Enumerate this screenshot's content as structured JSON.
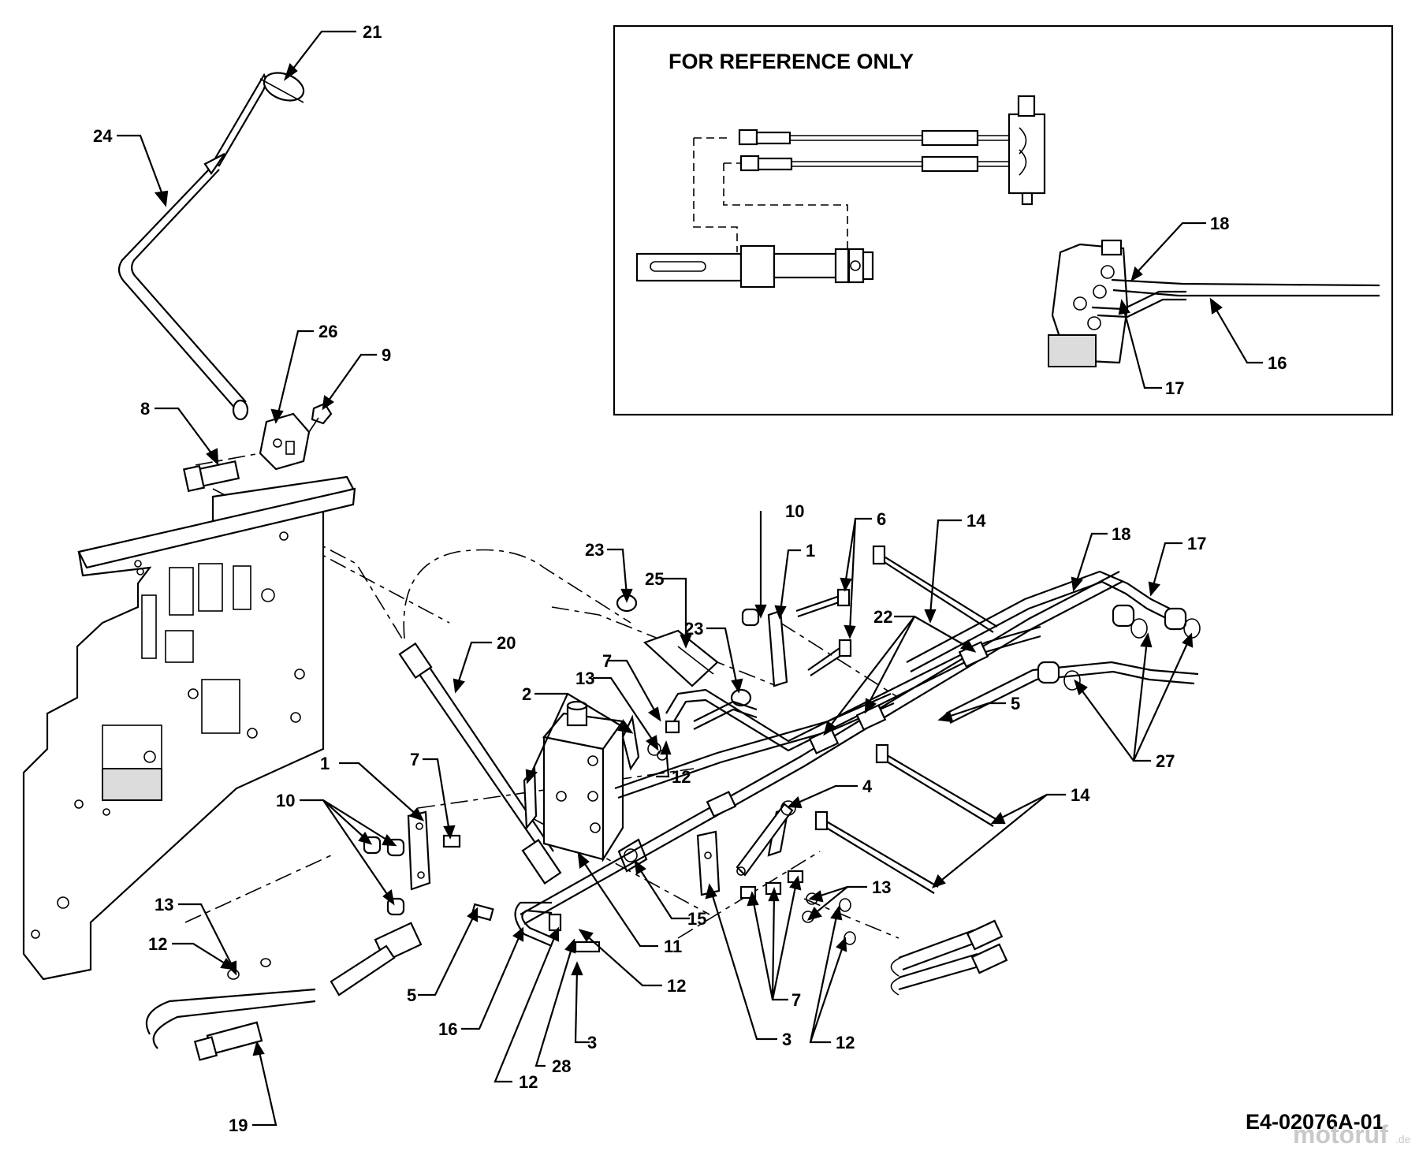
{
  "reference_box": {
    "title": "FOR REFERENCE ONLY"
  },
  "drawing_code": "E4-02076A-01",
  "watermark": {
    "brand": "motoruf",
    "suffix": ".de"
  },
  "callouts": [
    {
      "id": "c21",
      "text": "21"
    },
    {
      "id": "c24",
      "text": "24"
    },
    {
      "id": "c26",
      "text": "26"
    },
    {
      "id": "c9",
      "text": "9"
    },
    {
      "id": "c8",
      "text": "8"
    },
    {
      "id": "c18a",
      "text": "18"
    },
    {
      "id": "c17a",
      "text": "17"
    },
    {
      "id": "c16a",
      "text": "16"
    },
    {
      "id": "c10a",
      "text": "10"
    },
    {
      "id": "c6",
      "text": "6"
    },
    {
      "id": "c14a",
      "text": "14"
    },
    {
      "id": "c18b",
      "text": "18"
    },
    {
      "id": "c17b",
      "text": "17"
    },
    {
      "id": "c1a",
      "text": "1"
    },
    {
      "id": "c23a",
      "text": "23"
    },
    {
      "id": "c25",
      "text": "25"
    },
    {
      "id": "c23b",
      "text": "23"
    },
    {
      "id": "c22",
      "text": "22"
    },
    {
      "id": "c20",
      "text": "20"
    },
    {
      "id": "c7a",
      "text": "7"
    },
    {
      "id": "c13a",
      "text": "13"
    },
    {
      "id": "c2",
      "text": "2"
    },
    {
      "id": "c5a",
      "text": "5"
    },
    {
      "id": "c12a",
      "text": "12"
    },
    {
      "id": "c27",
      "text": "27"
    },
    {
      "id": "c1b",
      "text": "1"
    },
    {
      "id": "c7b",
      "text": "7"
    },
    {
      "id": "c4",
      "text": "4"
    },
    {
      "id": "c14b",
      "text": "14"
    },
    {
      "id": "c10b",
      "text": "10"
    },
    {
      "id": "c15",
      "text": "15"
    },
    {
      "id": "c13b",
      "text": "13"
    },
    {
      "id": "c11",
      "text": "11"
    },
    {
      "id": "c13c",
      "text": "13"
    },
    {
      "id": "c12b",
      "text": "12"
    },
    {
      "id": "c12c",
      "text": "12"
    },
    {
      "id": "c5b",
      "text": "5"
    },
    {
      "id": "c16b",
      "text": "16"
    },
    {
      "id": "c7c",
      "text": "7"
    },
    {
      "id": "c3a",
      "text": "3"
    },
    {
      "id": "c3b",
      "text": "3"
    },
    {
      "id": "c28",
      "text": "28"
    },
    {
      "id": "c12d",
      "text": "12"
    },
    {
      "id": "c12e",
      "text": "12"
    },
    {
      "id": "c19",
      "text": "19"
    }
  ]
}
